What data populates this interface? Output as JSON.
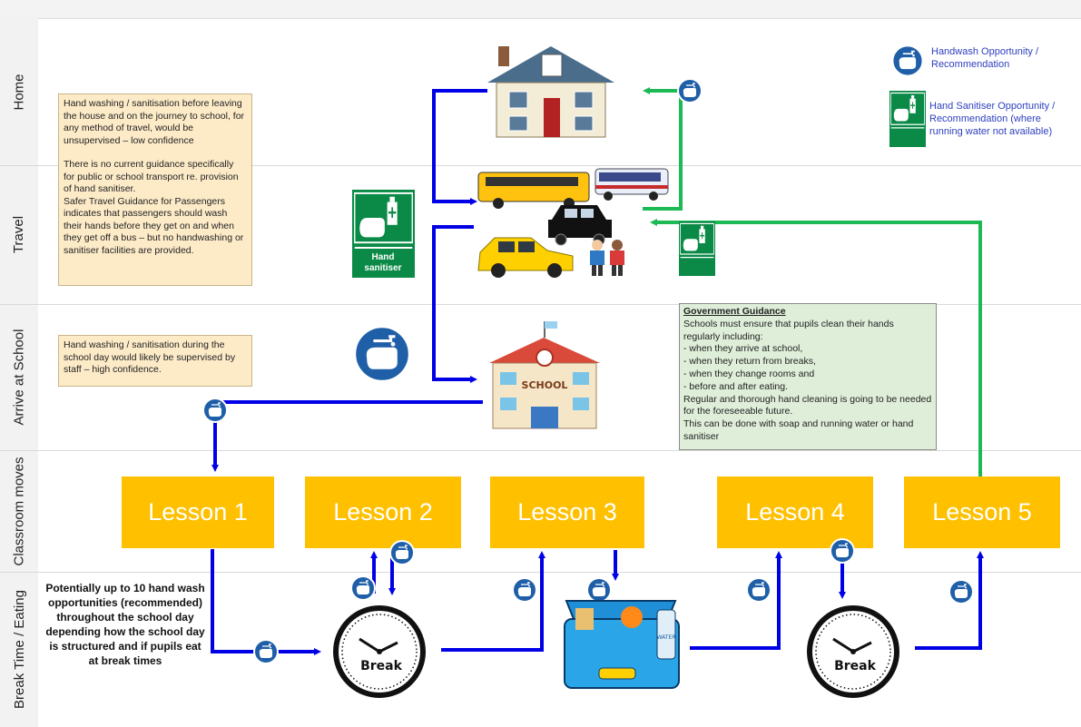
{
  "lanes": {
    "home": "Home",
    "travel": "Travel",
    "arrive": "Arrive at School",
    "classroom": "Classroom moves",
    "break": "Break Time / Eating"
  },
  "notes": {
    "home_travel_p1": "Hand washing / sanitisation before leaving the house and on the journey to school, for any method of travel, would be unsupervised – low confidence",
    "home_travel_p2": "There is no current guidance specifically for public or school transport re. provision of hand sanitiser.",
    "home_travel_p3": "Safer Travel Guidance for Passengers indicates that passengers should wash their hands before they get on and when they get off a bus – but no handwashing or sanitiser facilities are provided.",
    "arrive": "Hand washing / sanitisation during the school day would likely be supervised by staff – high confidence.",
    "break_summary": "Potentially up to 10 hand wash opportunities (recommended) throughout the school day depending how the school day is structured and if pupils eat at break times"
  },
  "government": {
    "title": "Government Guidance",
    "body": "Schools must ensure that pupils clean their hands regularly including:\n- when they arrive at school,\n- when they return from breaks,\n- when they change rooms and\n- before and after eating.\nRegular and thorough hand cleaning is going to be needed for the foreseeable future.\nThis can be done with soap and running water or hand sanitiser"
  },
  "lessons": [
    "Lesson 1",
    "Lesson 2",
    "Lesson 3",
    "Lesson 4",
    "Lesson 5"
  ],
  "legend": {
    "handwash": "Handwash Opportunity / Recommendation",
    "sanitiser": "Hand Sanitiser Opportunity / Recommendation (where running water not available)"
  },
  "sanitiser_sign_text": "Hand sanitiser",
  "sanitiser_sign_line1": "Hand",
  "sanitiser_sign_line2": "sanitiser",
  "school_sign": "SCHOOL",
  "water_label": "WATER",
  "break_label": "Break",
  "colors": {
    "blue_route": "#0000e6",
    "green_route": "#1db954",
    "lesson": "#ffc000",
    "handwash_icon": "#1f5fa8",
    "sanitiser_sign": "#0a8a46"
  },
  "icons": [
    "handwash-icon",
    "hand-sanitiser-icon",
    "house-icon",
    "school-bus-icon",
    "bus-icon",
    "taxi-icon",
    "car-icon",
    "children-icon",
    "school-building-icon",
    "clock-icon",
    "lunchbox-icon"
  ]
}
